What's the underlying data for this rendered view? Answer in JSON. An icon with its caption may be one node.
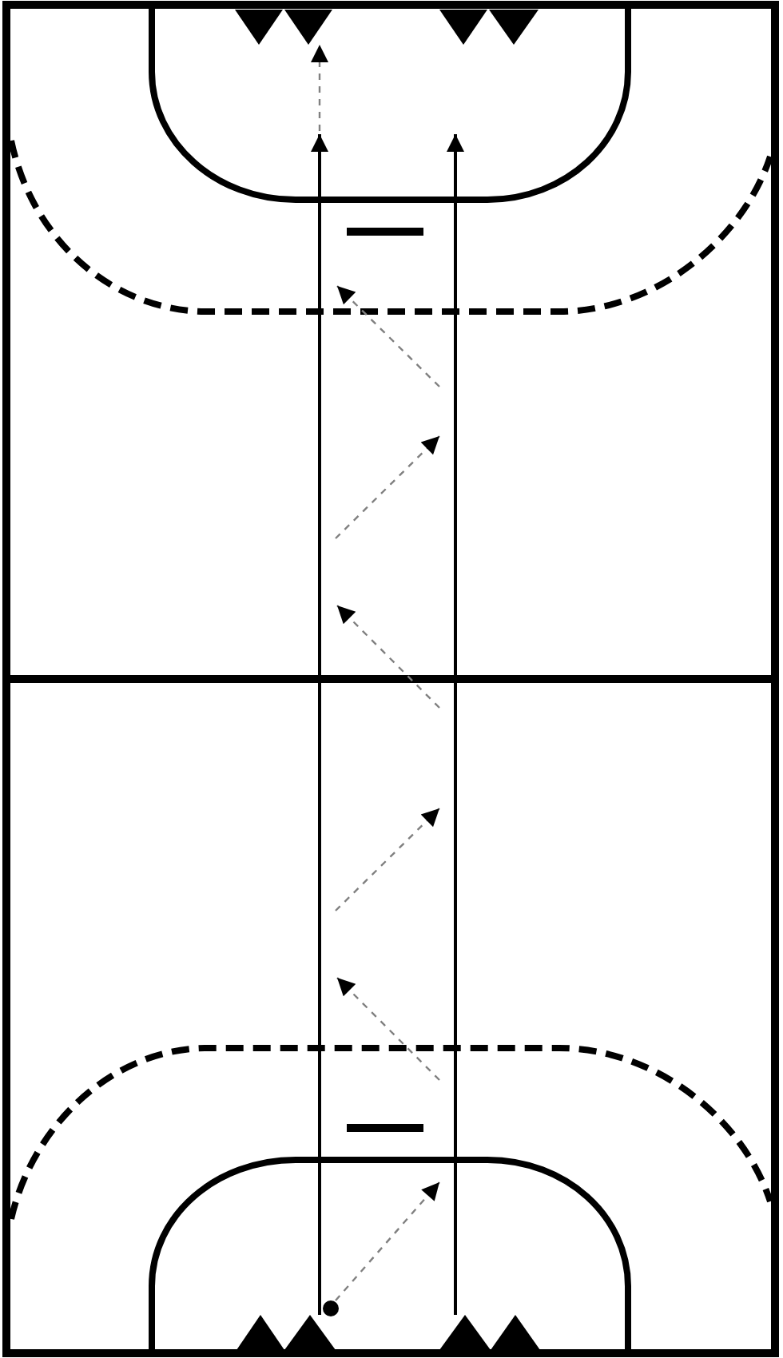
{
  "diagram": {
    "nodes": [
      {
        "text": [],
        "shape": "triangle"
      },
      {
        "text": [],
        "shape": "triangle"
      },
      {
        "text": [],
        "shape": "triangle"
      },
      {
        "text": [],
        "shape": "triangle"
      },
      {
        "text": [],
        "shape": "circle"
      },
      {
        "text": [],
        "shape": "triangle"
      },
      {
        "text": [],
        "shape": "triangle"
      },
      {
        "text": [],
        "shape": "triangle"
      },
      {
        "text": [],
        "shape": "triangle"
      }
    ],
    "edges": [
      {
        "from": 6,
        "to": null,
        "arrow": "to"
      },
      {
        "from": 7,
        "to": null,
        "arrow": "to"
      },
      {
        "from": 4,
        "to": null,
        "arrow": "to",
        "style": "dashed",
        "color": "#808080"
      },
      {
        "from": null,
        "to": 1,
        "arrow": "to",
        "style": "dashed",
        "color": "#808080"
      }
    ]
  }
}
